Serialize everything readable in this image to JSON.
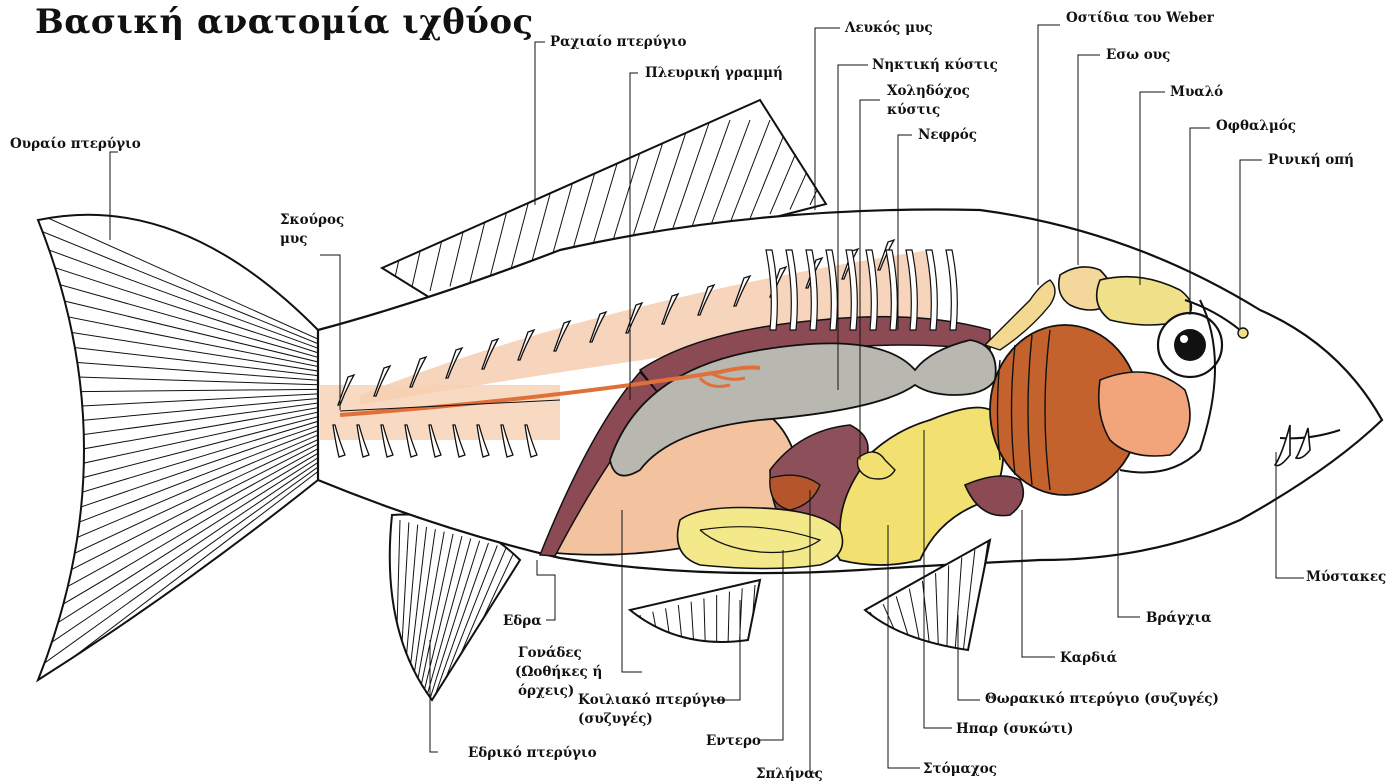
{
  "title": "Βασική ανατομία ιχθύος",
  "labels": {
    "dorsal_fin": "Ραχιαίο πτερύγιο",
    "lateral_line": "Πλευρική γραμμή",
    "white_muscle": "Λευκός μυς",
    "swim_bladder": "Νηκτική κύστις",
    "gall_bladder_1": "Χοληδόχος",
    "gall_bladder_2": "κύστις",
    "kidney": "Νεφρός",
    "weberian": "Οστίδια του Weber",
    "inner_ear": "Εσω ους",
    "brain": "Μυαλό",
    "eye": "Οφθαλμός",
    "nostril": "Ρινική οπή",
    "caudal_fin": "Ουραίο πτερύγιο",
    "dark_muscle_1": "Σκούρος",
    "dark_muscle_2": "μυς",
    "barbels": "Μύστακες",
    "gills": "Βράγχια",
    "heart": "Καρδιά",
    "pectoral_fin": "Θωρακικό πτερύγιο (συζυγές)",
    "liver": "Ηπαρ (συκώτι)",
    "stomach": "Στόμαχος",
    "spleen": "Σπλήνας",
    "intestine": "Εντερο",
    "pelvic_fin_1": "Κοιλιακό πτερύγιο",
    "pelvic_fin_2": "(συζυγές)",
    "gonads_1": "Γονάδες",
    "gonads_2": "(Ωοθήκες ή",
    "gonads_3": "όρχεις)",
    "anus": "Εδρα",
    "anal_fin": "Εδρικό πτερύγιο"
  },
  "colors": {
    "outline": "#111111",
    "muscle_orange": "#e0703a",
    "bladder_grey": "#b8b8b0",
    "kidney_maroon": "#8c4a55",
    "liver_yellow": "#f2e070",
    "gonad_peach": "#f3c3a0",
    "heart_orange": "#c4622d",
    "gill_salmon": "#f2a47a",
    "intestine_yellow": "#f3e88a",
    "spleen_rust": "#b5552c",
    "stomach_maroon": "#8d4f5a"
  }
}
